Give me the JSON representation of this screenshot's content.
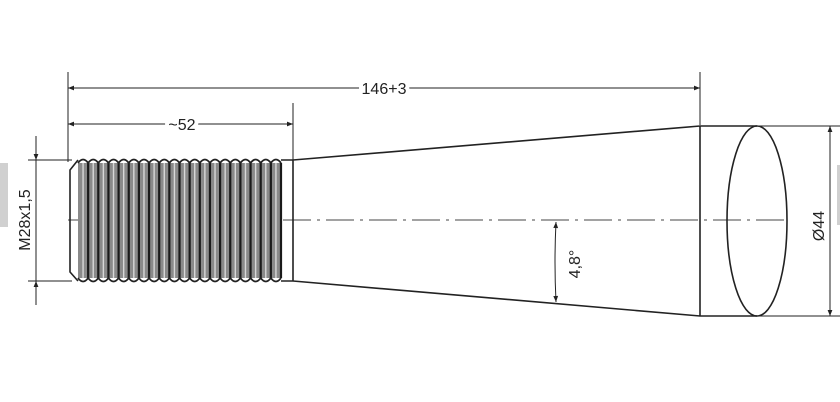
{
  "drawing": {
    "overall_length": "146+3",
    "thread_length": "~52",
    "thread_spec": "M28x1,5",
    "taper_angle": "4,8°",
    "diameter": "Ø44"
  },
  "colors": {
    "line": "#222222",
    "tag": "#d0d0d0"
  }
}
